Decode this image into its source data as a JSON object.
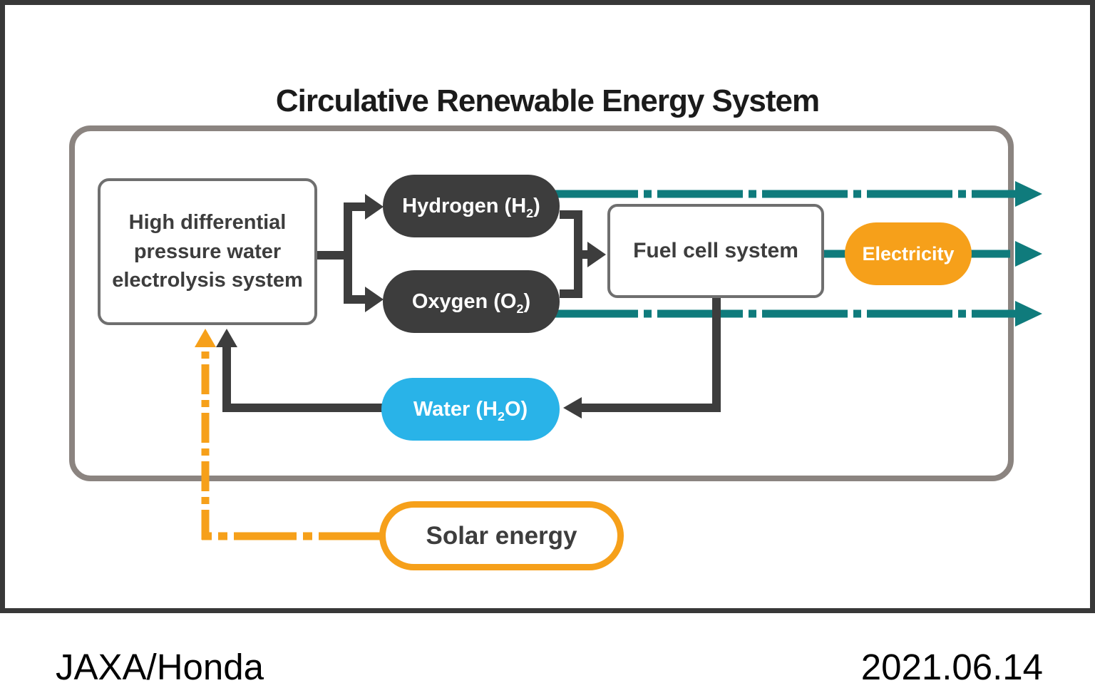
{
  "title": "Circulative Renewable Energy System",
  "colors": {
    "dark": "#3d3d3d",
    "teal": "#0f7b7c",
    "orange": "#f6a01a",
    "blue": "#29b3e8",
    "frame_gray": "#8b8480",
    "inner_gray": "#6f6f6f",
    "page_border": "#383838"
  },
  "nodes": {
    "electrolysis": {
      "lines": [
        "High differential",
        "pressure water",
        "electrolysis system"
      ]
    },
    "hydrogen": {
      "pre": "Hydrogen (H",
      "sub": "2",
      "post": ")"
    },
    "oxygen": {
      "pre": "Oxygen (O",
      "sub": "2",
      "post": ")"
    },
    "fuel_cell": {
      "label": "Fuel cell system"
    },
    "electricity": {
      "label": "Electricity"
    },
    "water": {
      "pre": "Water (H",
      "sub": "2",
      "post": "O)"
    },
    "solar": {
      "label": "Solar energy"
    }
  },
  "footer": {
    "credit": "JAXA/Honda",
    "date": "2021.06.14"
  }
}
